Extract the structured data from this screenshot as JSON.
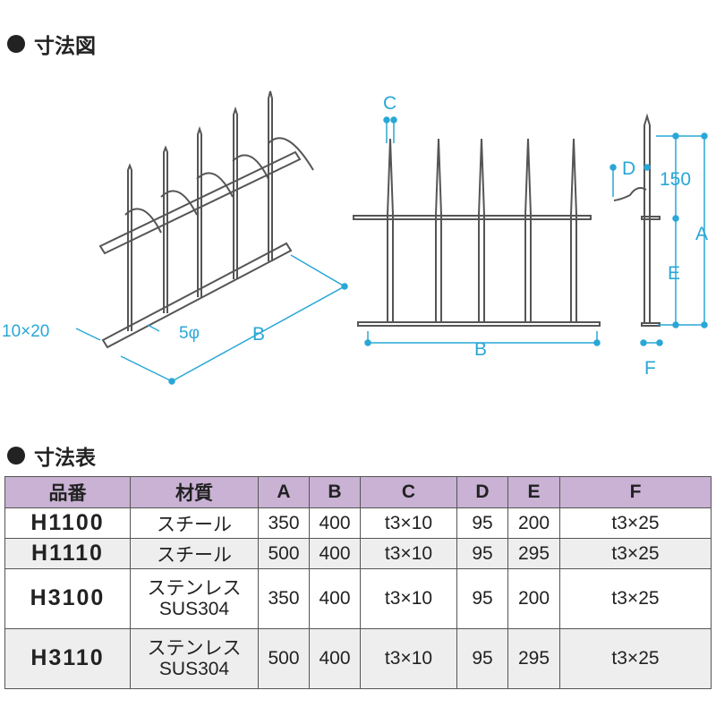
{
  "sections": {
    "drawing_title": "寸法図",
    "table_title": "寸法表"
  },
  "diagram": {
    "labels": {
      "hole": "10×20",
      "rod": "5φ",
      "B_iso": "B",
      "C": "C",
      "B_front": "B",
      "D": "D",
      "h150": "150",
      "A": "A",
      "E": "E",
      "F": "F"
    },
    "dim_color": "#29a7d6"
  },
  "table": {
    "headers": [
      "品番",
      "材質",
      "A",
      "B",
      "C",
      "D",
      "E",
      "F"
    ],
    "rows": [
      {
        "code": "H1100",
        "material": "スチール",
        "material2": "",
        "A": "350",
        "B": "400",
        "C": "t3×10",
        "D": "95",
        "E": "200",
        "F": "t3×25"
      },
      {
        "code": "H1110",
        "material": "スチール",
        "material2": "",
        "A": "500",
        "B": "400",
        "C": "t3×10",
        "D": "95",
        "E": "295",
        "F": "t3×25"
      },
      {
        "code": "H3100",
        "material": "ステンレス",
        "material2": "SUS304",
        "A": "350",
        "B": "400",
        "C": "t3×10",
        "D": "95",
        "E": "200",
        "F": "t3×25"
      },
      {
        "code": "H3110",
        "material": "ステンレス",
        "material2": "SUS304",
        "A": "500",
        "B": "400",
        "C": "t3×10",
        "D": "95",
        "E": "295",
        "F": "t3×25"
      }
    ]
  },
  "header_color": "#c9b2d4"
}
